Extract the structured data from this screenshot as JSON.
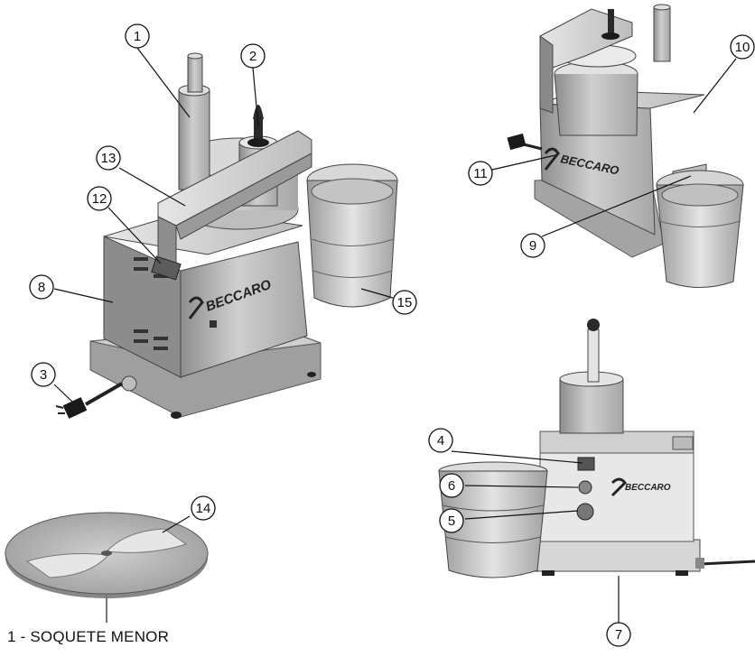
{
  "brand": "BECCARO",
  "caption": "1 - SOQUETE MENOR",
  "callouts": [
    "1",
    "2",
    "3",
    "4",
    "5",
    "6",
    "7",
    "8",
    "9",
    "10",
    "11",
    "12",
    "13",
    "14",
    "15"
  ],
  "colors": {
    "metal_light": "#dcdcdc",
    "metal_mid": "#b5b5b5",
    "metal_dark": "#7e7e7e",
    "handle": "#2a2a2a",
    "line": "#111111"
  }
}
